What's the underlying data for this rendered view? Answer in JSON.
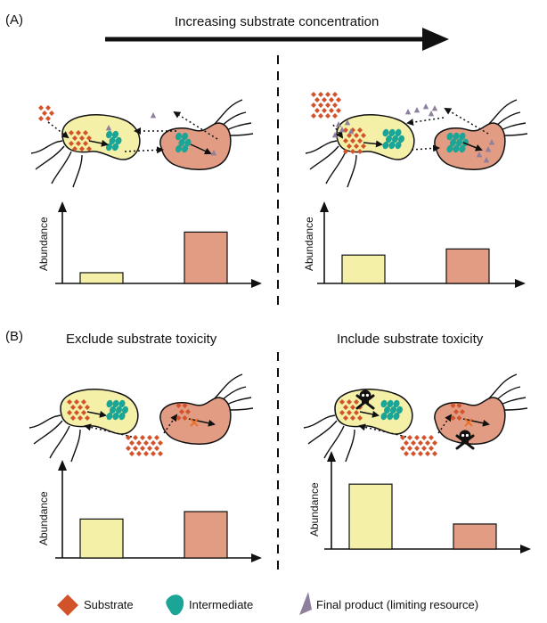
{
  "panel_a": {
    "label": "(A)",
    "arrow_text": "Increasing substrate concentration",
    "left": {
      "ylabel": "Abundance",
      "bars": [
        0.14,
        0.67
      ]
    },
    "right": {
      "ylabel": "Abundance",
      "bars": [
        0.37,
        0.45
      ]
    }
  },
  "panel_b": {
    "label": "(B)",
    "left": {
      "title": "Exclude substrate toxicity",
      "ylabel": "Abundance",
      "bars": [
        0.42,
        0.5
      ]
    },
    "right": {
      "title": "Include substrate toxicity",
      "ylabel": "Abundance",
      "bars": [
        0.7,
        0.27
      ]
    }
  },
  "legend": [
    {
      "icon": "substrate-diamond-icon",
      "label": "Substrate"
    },
    {
      "icon": "intermediate-blob-icon",
      "label": "Intermediate"
    },
    {
      "icon": "final-product-triangle-icon",
      "label": "Final product (limiting resource)"
    }
  ],
  "colors": {
    "substrate": "#d2522a",
    "intermediate": "#1aa596",
    "product": "#8e7f9d",
    "cell_a": "#f4f0a8",
    "cell_b": "#e19c83",
    "bar_a": "#f4f0a8",
    "bar_b": "#e19c83"
  }
}
